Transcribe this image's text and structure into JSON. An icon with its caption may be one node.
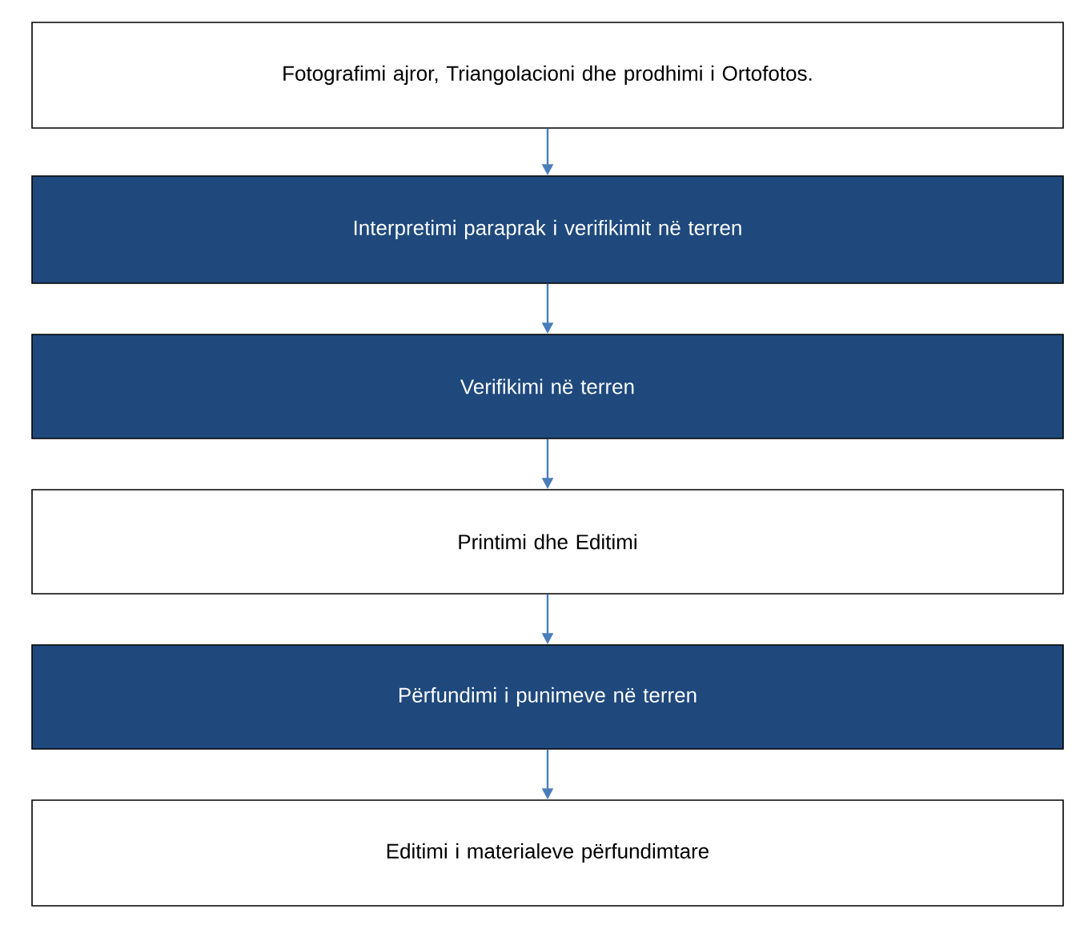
{
  "diagram": {
    "nodes": [
      {
        "text": [
          "Fotografimi ajror, Triangolacioni dhe prodhimi i Ortofotos."
        ]
      },
      {
        "text": [
          "Interpretimi paraprak i verifikimit në terren"
        ]
      },
      {
        "text": [
          "Verifikimi në terren"
        ]
      },
      {
        "text": [
          "Printimi dhe Editimi"
        ]
      },
      {
        "text": [
          "Përfundimi i punimeve në terren"
        ]
      },
      {
        "text": [
          "Editimi i materialeve përfundimtare"
        ]
      }
    ],
    "edges": [
      {
        "from": 0,
        "to": 1,
        "arrow": "to"
      },
      {
        "from": 1,
        "to": 2,
        "arrow": "to"
      },
      {
        "from": 2,
        "to": 3,
        "arrow": "to"
      },
      {
        "from": 3,
        "to": 4,
        "arrow": "to"
      },
      {
        "from": 4,
        "to": 5,
        "arrow": "to"
      }
    ]
  }
}
